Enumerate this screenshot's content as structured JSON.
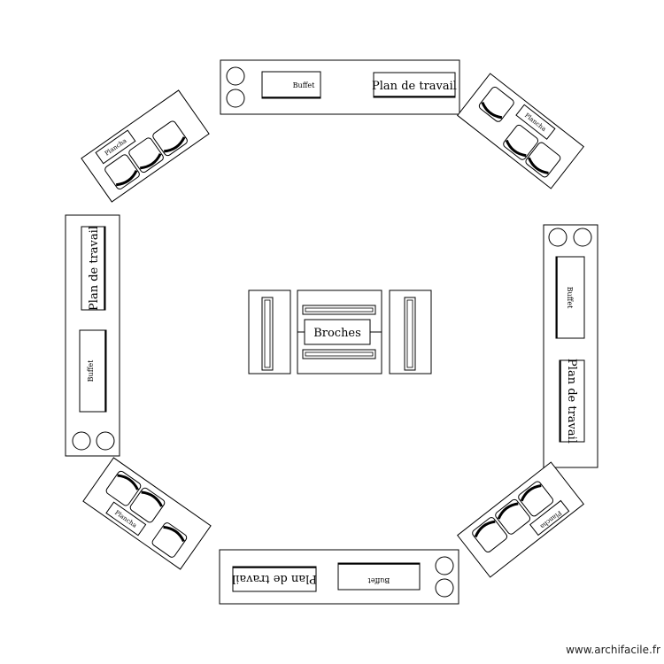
{
  "labels": {
    "buffet": "Buffet",
    "plan_de_travail": "Plan de travail",
    "plancha": "Plancha",
    "broches": "Broches"
  },
  "watermark": "www.archifacile.fr",
  "stations": [
    {
      "id": "top",
      "items": [
        "sink",
        "sink",
        "buffet",
        "plan_de_travail"
      ]
    },
    {
      "id": "top-right",
      "items": [
        "grill",
        "plancha",
        "grill",
        "grill"
      ]
    },
    {
      "id": "right",
      "items": [
        "sink",
        "sink",
        "buffet",
        "plan_de_travail"
      ]
    },
    {
      "id": "bottom-right",
      "items": [
        "grill",
        "grill",
        "grill",
        "plancha"
      ]
    },
    {
      "id": "bottom",
      "items": [
        "sink",
        "sink",
        "buffet",
        "plan_de_travail"
      ]
    },
    {
      "id": "bottom-left",
      "items": [
        "grill",
        "grill",
        "grill",
        "plancha"
      ]
    },
    {
      "id": "left",
      "items": [
        "sink",
        "sink",
        "buffet",
        "plan_de_travail"
      ]
    },
    {
      "id": "top-left",
      "items": [
        "grill",
        "grill",
        "grill",
        "plancha"
      ]
    }
  ],
  "center": {
    "items": [
      "spit-unit-left",
      "broches",
      "spit-unit-right"
    ]
  }
}
